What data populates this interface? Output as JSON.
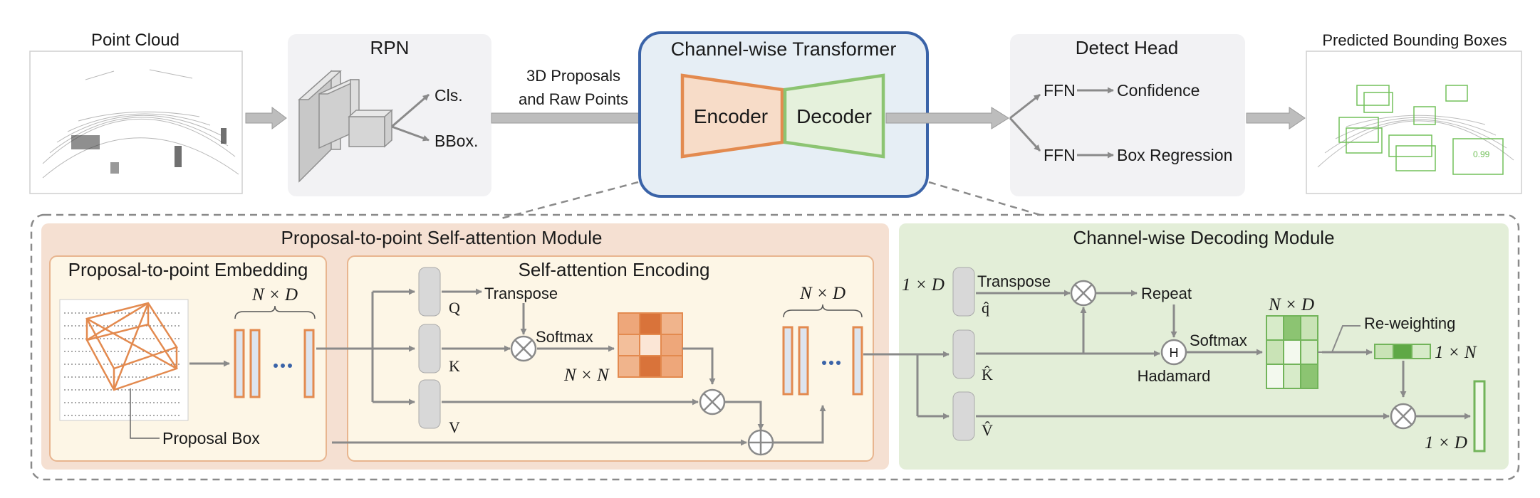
{
  "top": {
    "point_cloud": "Point Cloud",
    "rpn": "RPN",
    "cls": "Cls.",
    "bbox": "BBox.",
    "proposals_1": "3D Proposals",
    "proposals_2": "and Raw Points",
    "transformer": "Channel-wise Transformer",
    "encoder": "Encoder",
    "decoder": "Decoder",
    "detect_head": "Detect Head",
    "ffn": "FFN",
    "confidence": "Confidence",
    "box_regression": "Box Regression",
    "predicted": "Predicted Bounding Boxes",
    "score": "0.99"
  },
  "left_module": {
    "title": "Proposal-to-point Self-attention Module",
    "embedding_title": "Proposal-to-point Embedding",
    "nxd": "N × D",
    "proposal_box": "Proposal Box",
    "encoding_title": "Self-attention Encoding",
    "q": "Q",
    "k": "K",
    "v": "V",
    "transpose": "Transpose",
    "softmax": "Softmax",
    "nxn": "N × N",
    "nxd_out": "N × D"
  },
  "right_module": {
    "title": "Channel-wise Decoding Module",
    "one_d": "1 × D",
    "transpose": "Transpose",
    "q_hat": "q̂",
    "k_hat": "K̂",
    "v_hat": "V̂",
    "repeat": "Repeat",
    "softmax": "Softmax",
    "hadamard": "Hadamard",
    "hadamard_symbol": "H",
    "nxd": "N × D",
    "reweighting": "Re-weighting",
    "one_n": "1 × N",
    "one_d_out": "1 × D"
  },
  "colors": {
    "orange": "#e38a4f",
    "green": "#8cc472",
    "blue": "#3a63a8",
    "arrow": "#8f8f8f"
  }
}
